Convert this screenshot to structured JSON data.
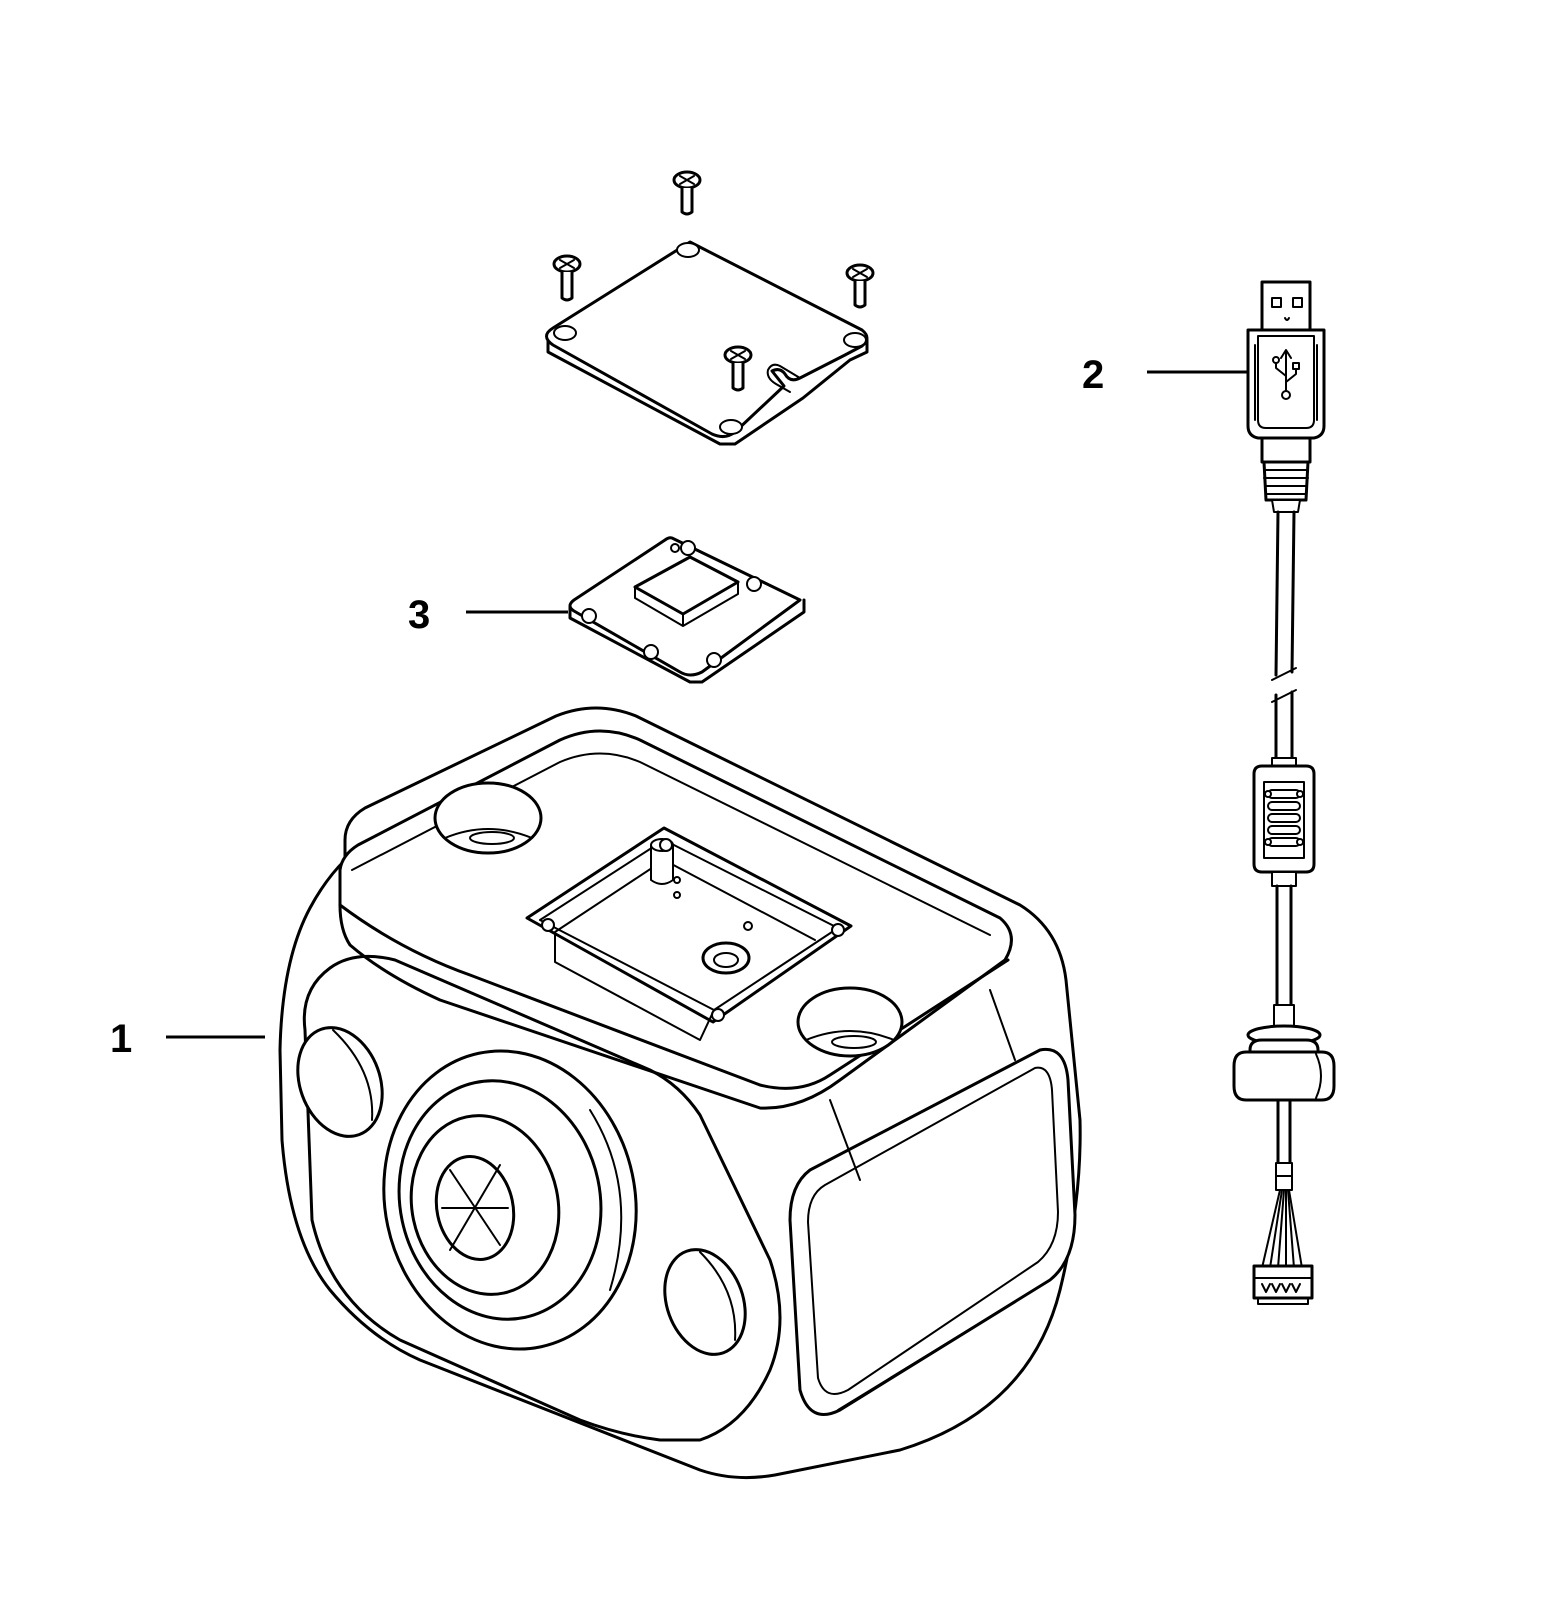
{
  "callouts": {
    "housing": "1",
    "usb_cable": "2",
    "sensor_board": "3"
  },
  "colors": {
    "line": "#000000",
    "background": "#ffffff"
  }
}
